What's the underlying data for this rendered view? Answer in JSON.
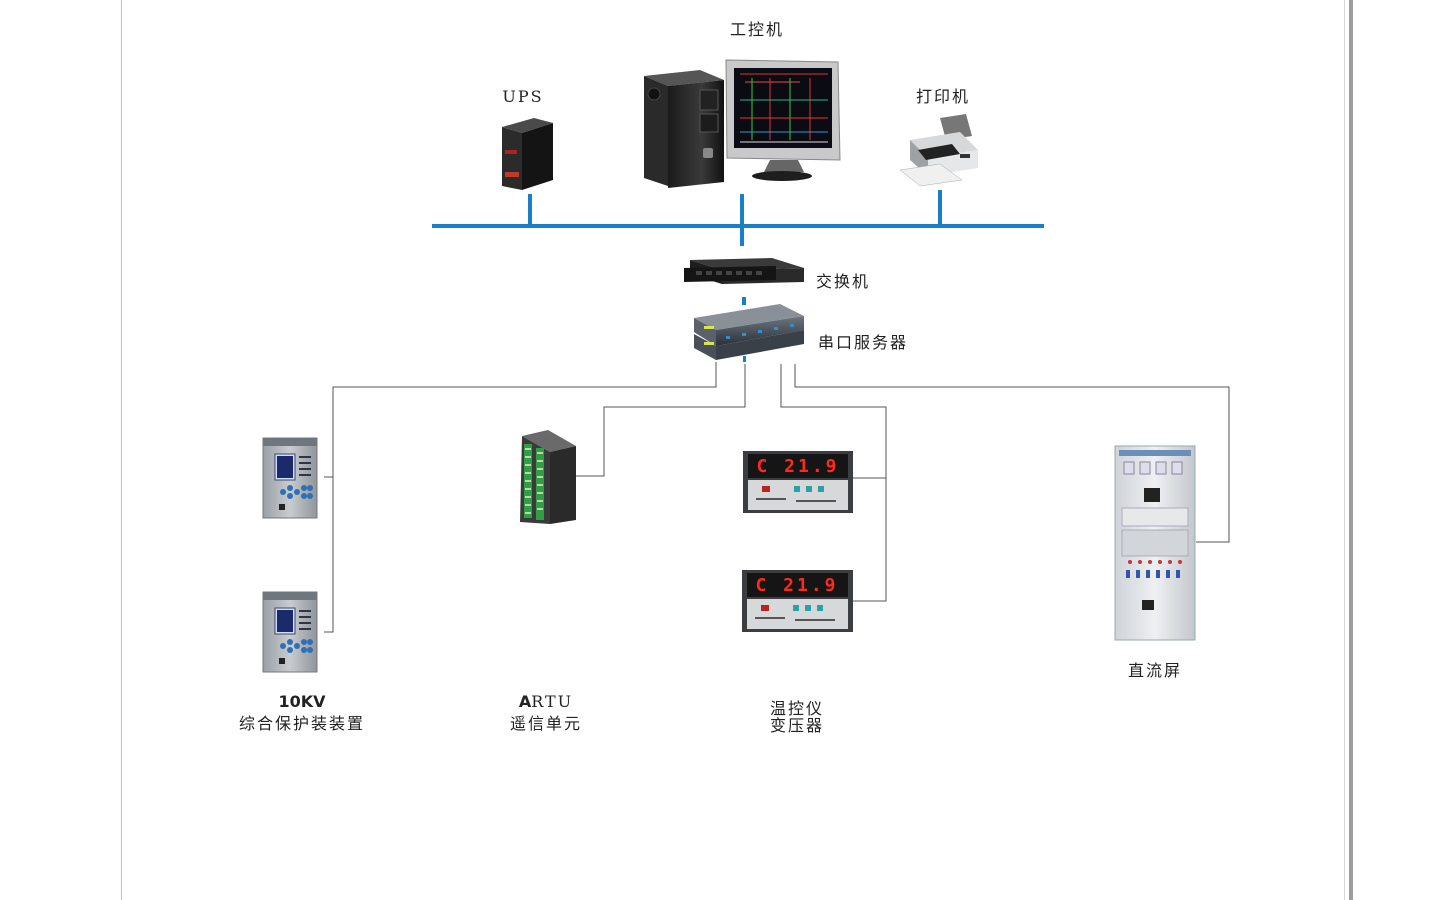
{
  "labels": {
    "ipc": "工控机",
    "ups": "UPS",
    "printer": "打印机",
    "switch": "交换机",
    "serial_server": "串口服务器",
    "protection_line1": "10KV",
    "protection_line2": "综合保护装装置",
    "rtu_line1_bold": "A",
    "rtu_line1_rest": "RTU",
    "rtu_line2": "遥信单元",
    "temp_line1": "温控仪",
    "temp_line2": "变压器",
    "dc_panel": "直流屏"
  },
  "temp_display": {
    "reading": "C 21.9"
  },
  "colors": {
    "bus": "#1a7fc8",
    "wire": "#555555",
    "led": "#ff2a1a"
  }
}
